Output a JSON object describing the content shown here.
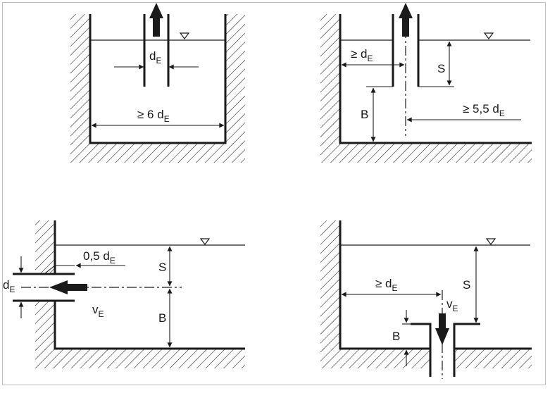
{
  "diagram": {
    "ink": "#1a1a1a",
    "frame_color": "#bfbfbf",
    "panels": [
      {
        "id": "top-left",
        "labels": {
          "d_E": "d",
          "d_E_sub": "E",
          "width": "≥ 6 d",
          "width_sub": "E"
        }
      },
      {
        "id": "top-right",
        "labels": {
          "clearance": "≥ d",
          "clearance_sub": "E",
          "S": "S",
          "B": "B",
          "spacing": "≥ 5,5 d",
          "spacing_sub": "E"
        }
      },
      {
        "id": "bottom-left",
        "labels": {
          "offset": "0,5 d",
          "offset_sub": "E",
          "S": "S",
          "d_E": "d",
          "d_E_sub": "E",
          "v_E": "v",
          "v_E_sub": "E",
          "B": "B"
        }
      },
      {
        "id": "bottom-right",
        "labels": {
          "clearance": "≥ d",
          "clearance_sub": "E",
          "S": "S",
          "v_E": "v",
          "v_E_sub": "E",
          "B": "B"
        }
      }
    ]
  }
}
